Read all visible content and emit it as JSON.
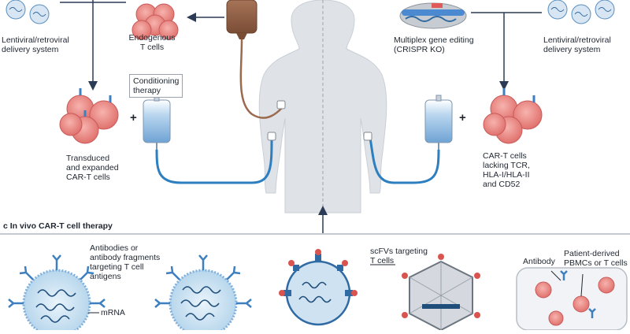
{
  "labels": {
    "endogenous": "Endogenous\nT cells",
    "lenti_left": "Lentiviral/retroviral\ndelivery system",
    "conditioning": "Conditioning\ntherapy",
    "transduced": "Transduced\nand expanded\nCAR-T cells",
    "multiplex": "Multiplex gene editing\n(CRISPR KO)",
    "lenti_right": "Lentiviral/retroviral\ndelivery system",
    "cart_lacking": "CAR-T cells\nlacking TCR,\nHLA-I/HLA-II\nand CD52",
    "antibodies": "Antibodies or\nantibody fragments\ntargeting T cell\nantigens",
    "mrna": "mRNA",
    "scfvs": "scFVs targeting\nT cells",
    "antibody": "Antibody",
    "pbmcs": "Patient-derived\nPBMCs or T cells"
  },
  "section": {
    "letter": "c",
    "title": "In vivo CAR-T cell therapy"
  },
  "symbols": {
    "plus": "+"
  },
  "colors": {
    "cell_fill": "#ee8a86",
    "cell_stroke": "#c95b5b",
    "iv_blue": "#7fb0dc",
    "tube_blue": "#2d7fc0",
    "blood": "#8a5a3f",
    "body": "#dfe3e8",
    "arrow": "#2b3a55",
    "antibody": "#3d7fbf",
    "lnp": "#d6e9f5"
  }
}
